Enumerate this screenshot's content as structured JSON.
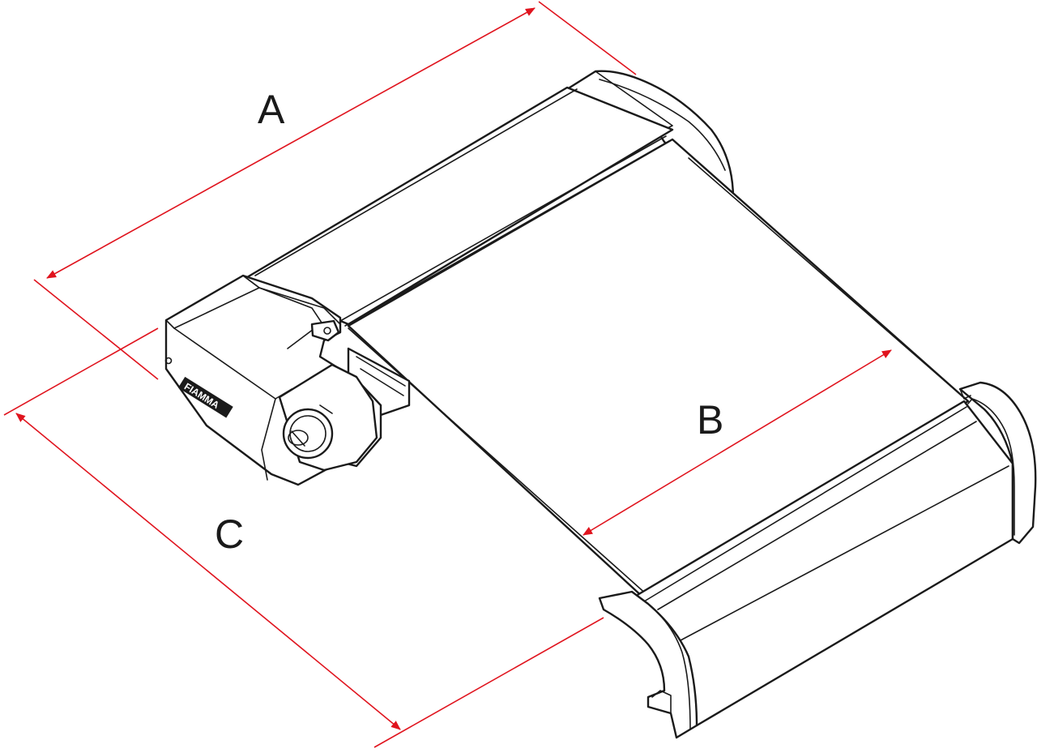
{
  "dimensions": {
    "a": {
      "label": "A"
    },
    "b": {
      "label": "B"
    },
    "c": {
      "label": "C"
    }
  },
  "brand": {
    "logo_text": "FIAMMA"
  },
  "colors": {
    "dimension_line": "#e0141e",
    "outline": "#1a1a1a",
    "fill": "#ffffff"
  }
}
